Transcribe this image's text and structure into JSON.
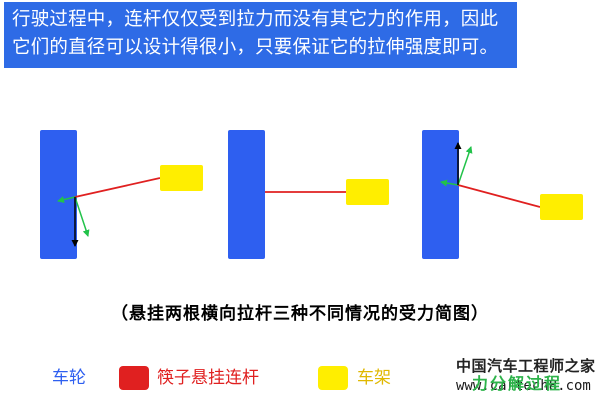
{
  "header": {
    "line1": "行驶过程中，连杆仅仅受到拉力而没有其它力的作用，因此",
    "line2": "它们的直径可以设计得很小，只要保证它的拉伸强度即可。"
  },
  "caption": "（悬挂两根横向拉杆三种不同情况的受力简图）",
  "legend": {
    "wheel": "车轮",
    "rod": "筷子悬挂连杆",
    "frame": "车架"
  },
  "colors": {
    "header_bg": "#2e6be6",
    "wheel": "#2e5ff0",
    "rod": "#e02020",
    "frame": "#ffee00",
    "force_green": "#22c24a",
    "force_black": "#000000",
    "legend_wheel_text": "#2e5ff0",
    "legend_rod_text": "#e02020",
    "legend_frame_text": "#e0b800"
  },
  "watermark": {
    "title": "中国汽车工程师之家",
    "green_text": "力分解过程",
    "url": "www.cartech8.com"
  }
}
